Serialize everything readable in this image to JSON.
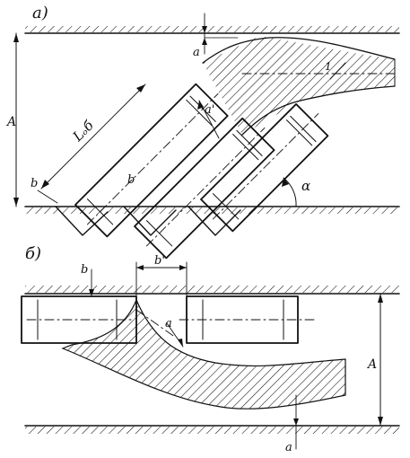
{
  "panel_a": {
    "panel_label": "a)",
    "dimension_labels": {
      "A": "A",
      "a_gap": "a",
      "a_prime": "a'",
      "L_ob": "Lₒб",
      "b_edge": "b",
      "b_inner": "b",
      "alpha": "α",
      "flow_number": "1"
    }
  },
  "panel_b": {
    "panel_label": "б)",
    "dimension_labels": {
      "b": "b",
      "b_prime": "b'",
      "A": "A",
      "a_gap": "a",
      "a_bottom": "a"
    }
  },
  "colors": {
    "ink": "#111111",
    "paper": "#ffffff"
  }
}
